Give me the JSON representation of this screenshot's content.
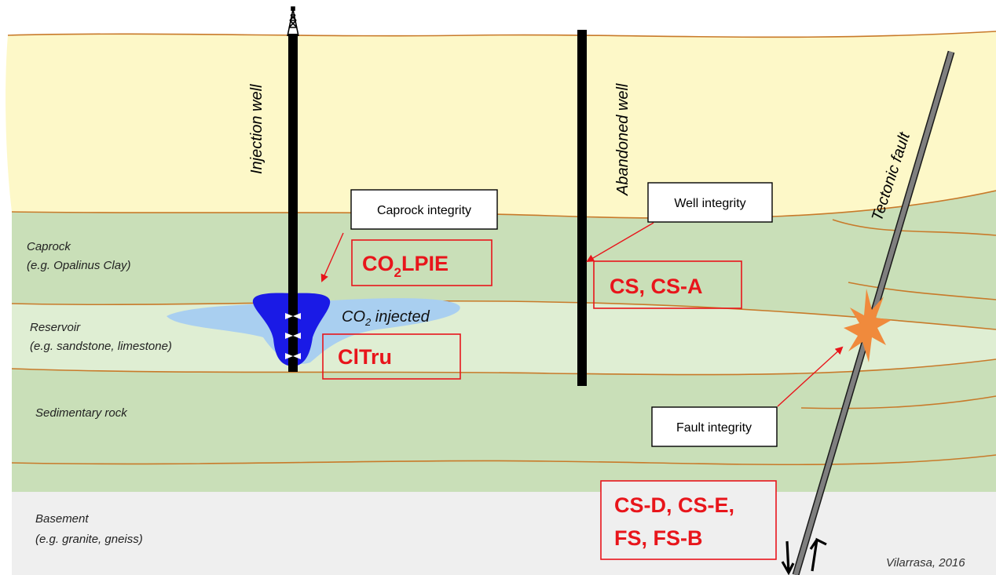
{
  "colors": {
    "overburden": "#fdf8c8",
    "caprock_fill": "#c9dfb8",
    "reservoir_fill": "#dfeed3",
    "sedimentary_fill": "#c9dfb8",
    "basement": "#efefef",
    "boundary": "#c87a2a",
    "accent_red": "#e8151b",
    "co2_blue": "#1a1ae6",
    "co2_plume": "#a9cff0",
    "fault_gray": "#7f7f7f",
    "fault_damage": "#f08a3c"
  },
  "icons": {
    "rig": "drilling-rig-icon",
    "fault_arrows": "fault-slip-arrows-icon"
  },
  "wells": {
    "injection": "Injection well",
    "abandoned": "Abandoned well"
  },
  "fault": {
    "label": "Tectonic fault"
  },
  "layers": {
    "caprock_name": "Caprock",
    "caprock_example": "(e.g. Opalinus Clay)",
    "reservoir_name": "Reservoir",
    "reservoir_example": "(e.g. sandstone, limestone)",
    "sedimentary": "Sedimentary rock",
    "basement_name": "Basement",
    "basement_example": "(e.g. granite, gneiss)"
  },
  "co2": {
    "prefix": "CO",
    "sub": "2",
    "suffix": " injected"
  },
  "callouts": {
    "caprock": "Caprock integrity",
    "well": "Well integrity",
    "fault": "Fault integrity"
  },
  "codes": {
    "co2lpie_prefix": "CO",
    "co2lpie_sub": "2",
    "co2lpie_suffix": "LPIE",
    "citru": "ClTru",
    "cs": "CS, CS-A",
    "basement_line1": "CS-D, CS-E,",
    "basement_line2": "FS, FS-B"
  },
  "credit": "Vilarrasa, 2016"
}
